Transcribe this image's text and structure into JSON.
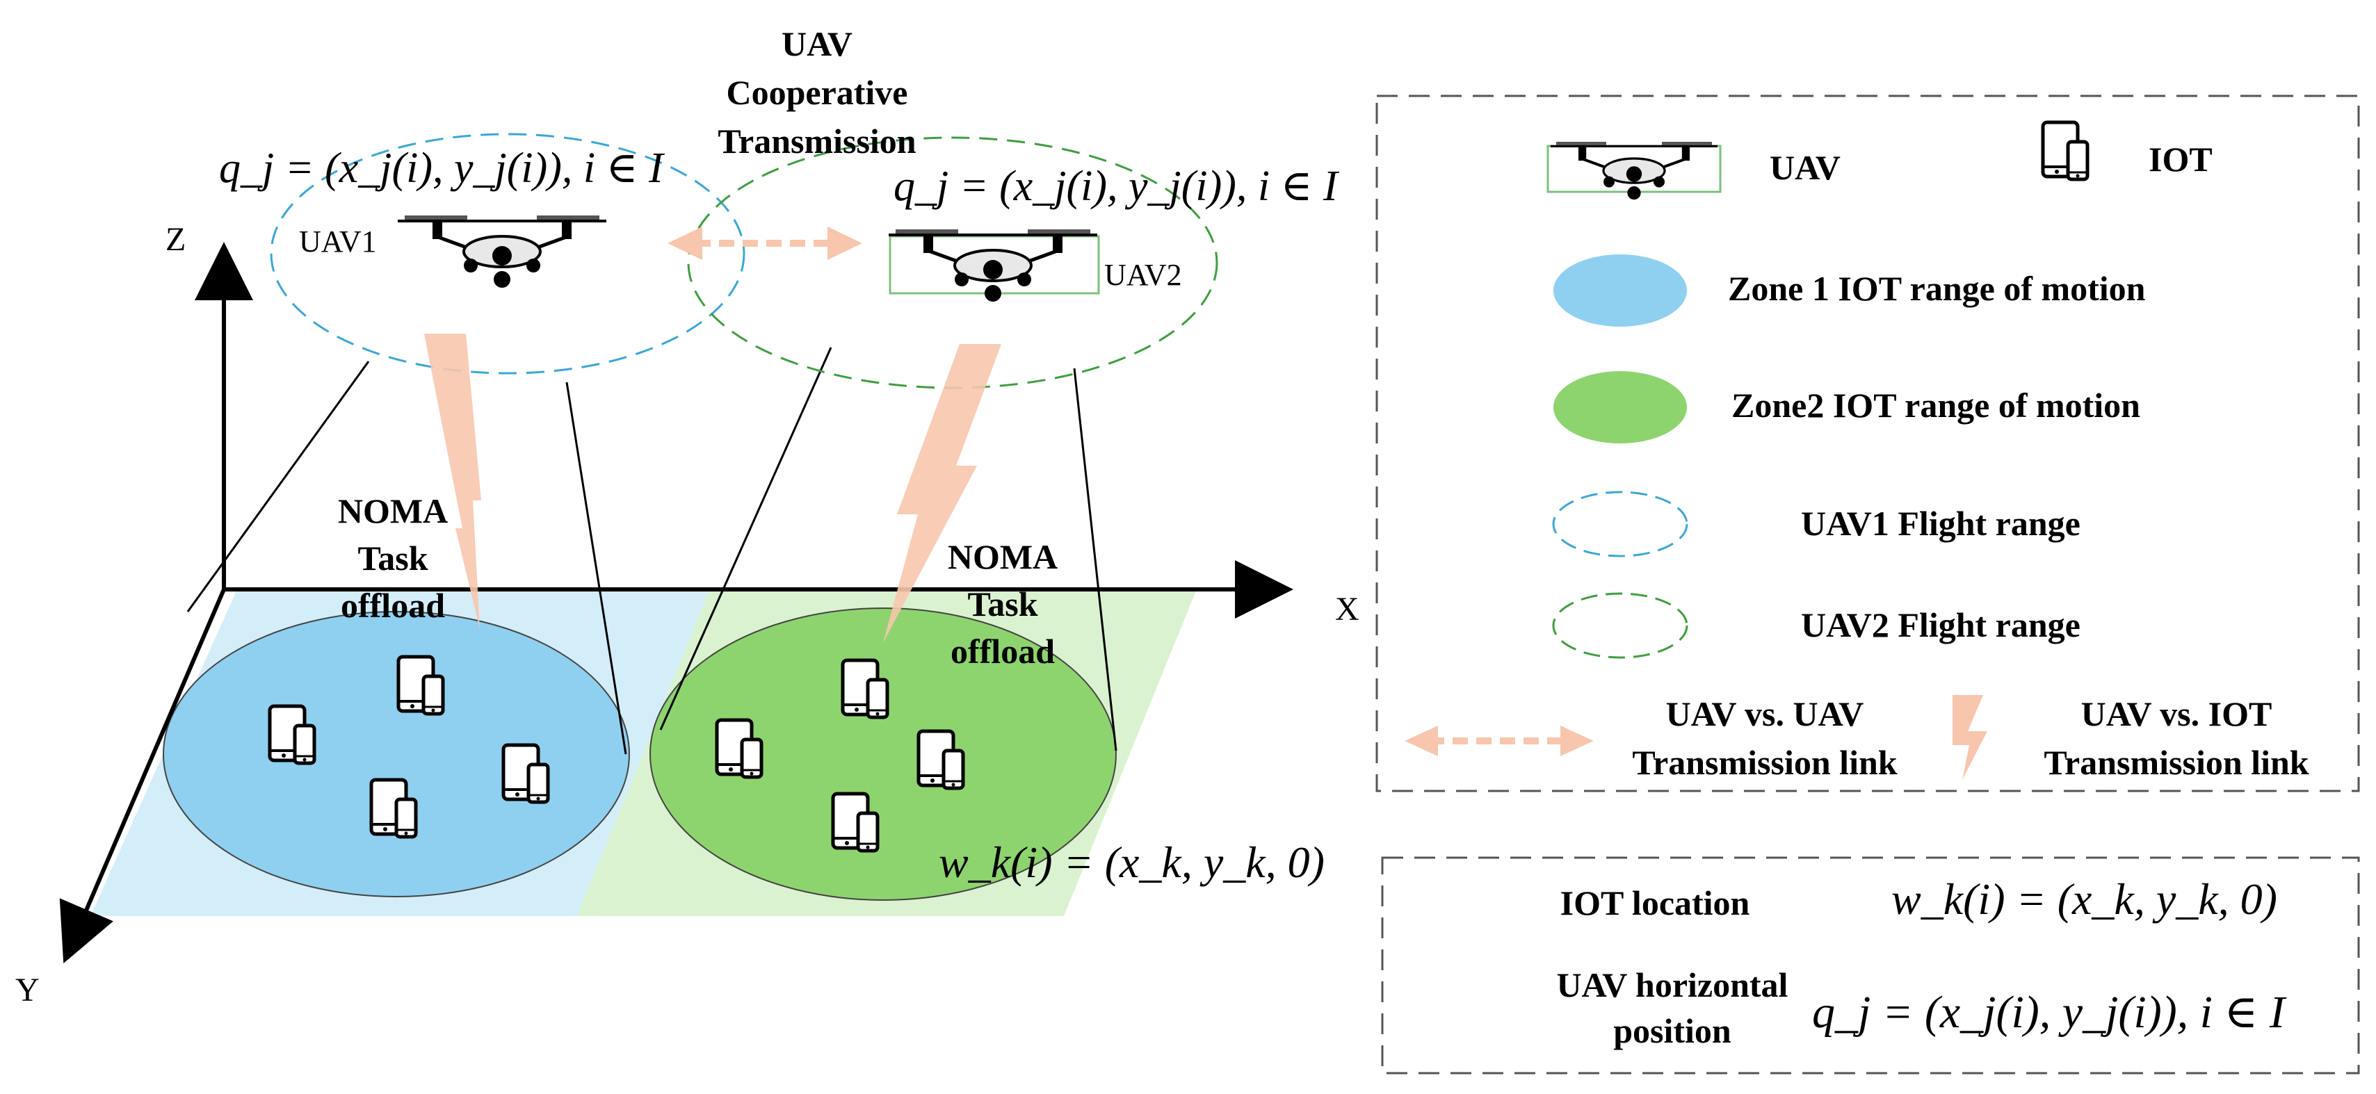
{
  "axes": {
    "x": "X",
    "y": "Y",
    "z": "Z"
  },
  "labels": {
    "uav1": "UAV1",
    "uav2": "UAV2",
    "cooperative_line1": "UAV",
    "cooperative_line2": "Cooperative",
    "cooperative_line3": "Transmission",
    "noma1_line1": "NOMA",
    "noma1_line2": "Task",
    "noma1_line3": "offload",
    "noma2_line1": "NOMA",
    "noma2_line2": "Task",
    "noma2_line3": "offload"
  },
  "formulas": {
    "uav_position": "q_j = (x_j(i), y_j(i)), i ∈ I",
    "iot_position": "w_k(i) = (x_k, y_k, 0)"
  },
  "legend": {
    "uav": "UAV",
    "iot": "IOT",
    "zone1": "Zone 1 IOT range of motion",
    "zone2": "Zone2 IOT range of motion",
    "uav1_range": "UAV1 Flight range",
    "uav2_range": "UAV2 Flight range",
    "uav_uav_line1": "UAV vs. UAV",
    "uav_uav_line2": "Transmission link",
    "uav_iot_line1": "UAV vs. IOT",
    "uav_iot_line2": "Transmission link"
  },
  "notation": {
    "iot_location": "IOT location",
    "uav_horizontal_line1": "UAV horizontal",
    "uav_horizontal_line2": "position"
  },
  "colors": {
    "zone1": "#8fd0f0",
    "zone1_plane": "#d4eef9",
    "zone2": "#8ed46e",
    "zone2_plane": "#daf2d0",
    "uav1_range": "#3aa7d8",
    "uav2_range": "#3f9e3f",
    "link": "#f7c6ad"
  }
}
